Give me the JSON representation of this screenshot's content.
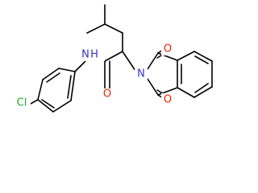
{
  "colors": {
    "bond": "#000000",
    "nitrogen": "#3333cc",
    "oxygen": "#ee2200",
    "chlorine": "#22aa22",
    "background": "#ffffff"
  },
  "atoms": {
    "chlorine": "Cl",
    "amide_nitrogen": "N",
    "amide_hydrogen": "H",
    "imide_nitrogen": "N",
    "amide_oxygen": "O",
    "imide_oxygen_top": "O",
    "imide_oxygen_bottom": "O"
  }
}
